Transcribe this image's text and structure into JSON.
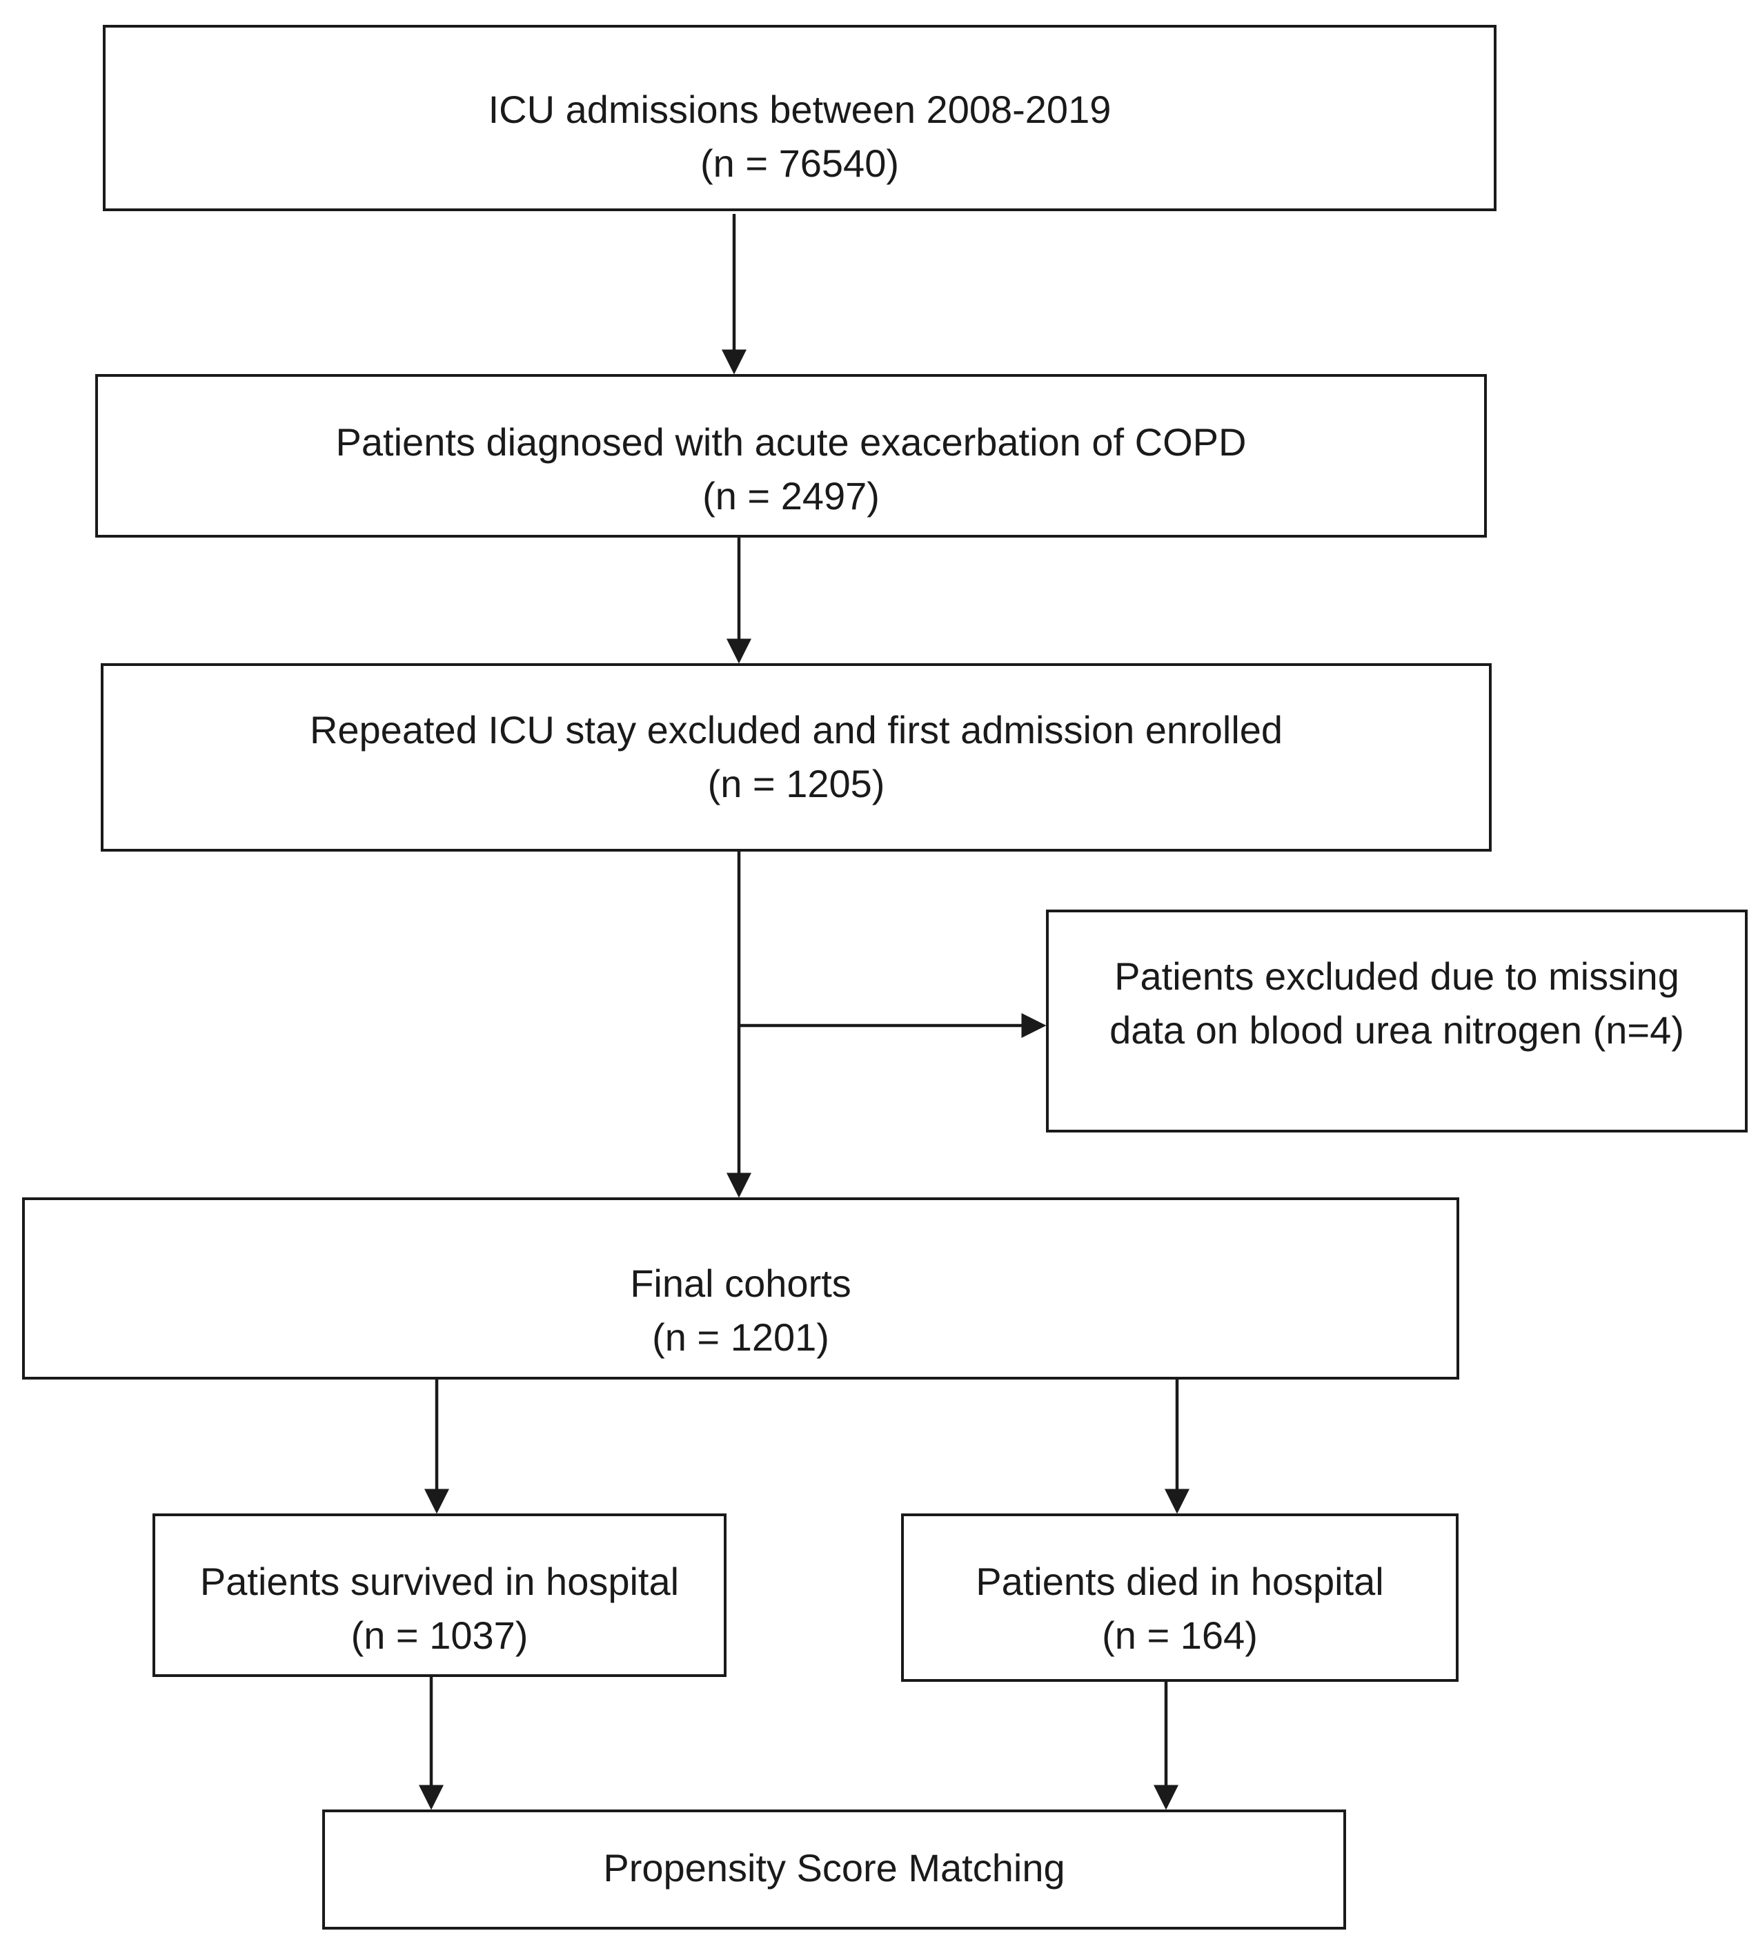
{
  "flowchart": {
    "admissions": {
      "title": "ICU admissions between 2008-2019",
      "count": "(n = 76540)"
    },
    "copd": {
      "title": "Patients diagnosed with acute exacerbation of COPD",
      "count": "(n = 2497)"
    },
    "repeated": {
      "title": "Repeated ICU stay excluded and first admission enrolled",
      "count": "(n = 1205)"
    },
    "excluded": {
      "line1": "Patients excluded due to missing",
      "line2": "data on blood urea nitrogen (n=4)"
    },
    "final": {
      "title": "Final cohorts",
      "count": "(n = 1201)"
    },
    "survived": {
      "title": "Patients survived in hospital",
      "count": "(n = 1037)"
    },
    "died": {
      "title": "Patients died in hospital",
      "count": "(n = 164)"
    },
    "psm": {
      "title": "Propensity Score Matching"
    }
  }
}
